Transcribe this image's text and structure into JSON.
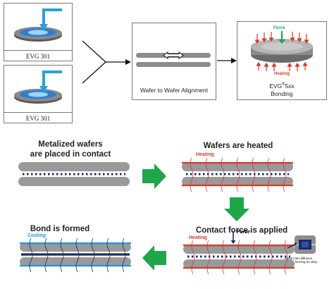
{
  "top_row": {
    "process_box_1": {
      "label": "EVG 301",
      "icon": "wafer-cleaning-icon"
    },
    "process_box_2": {
      "label": "EVG 301",
      "icon": "wafer-cleaning-icon"
    },
    "alignment_box": {
      "label": "Wafer to Wafer Alignment",
      "icon": "wafer-alignment-icon"
    },
    "bonding_box": {
      "label_main": "EVG",
      "label_sup": "®",
      "label_suffix": "5xx",
      "label_line2": "Bonding",
      "force_label": "Force",
      "heating_label": "Heating"
    }
  },
  "steps": [
    {
      "caption_line1": "Metalized wafers",
      "caption_line2": "are placed in contact"
    },
    {
      "caption_line1": "Wafers are heated",
      "sub_label": "Heating"
    },
    {
      "caption_line1": "Contact force is applied",
      "heating_label": "Heating",
      "force_label": "Force",
      "inset_text_line1": "Metal inter-diffusion",
      "inset_text_line2": "occurs forming an alloy"
    },
    {
      "caption_line1": "Bond is formed",
      "sub_label": "Cooling"
    }
  ],
  "colors": {
    "wafer_gray": "#9a9a9a",
    "heating_red": "#d43a2a",
    "cooling_blue": "#1a9ad6",
    "arrow_green": "#1fa64a",
    "metal_dark": "#1b2a6b"
  }
}
